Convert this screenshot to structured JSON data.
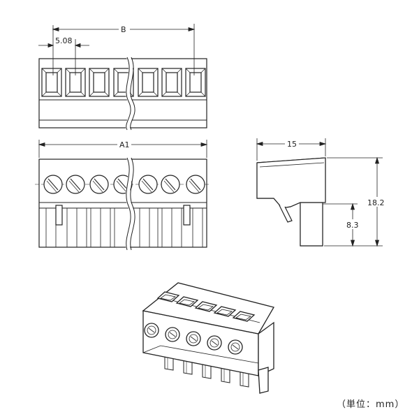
{
  "drawing": {
    "dims": {
      "pitch": "5.08",
      "b": "B",
      "a1": "A1",
      "depth": "15",
      "height": "18.2",
      "pin": "8.3"
    },
    "unit_note": "（単位：mm）"
  }
}
